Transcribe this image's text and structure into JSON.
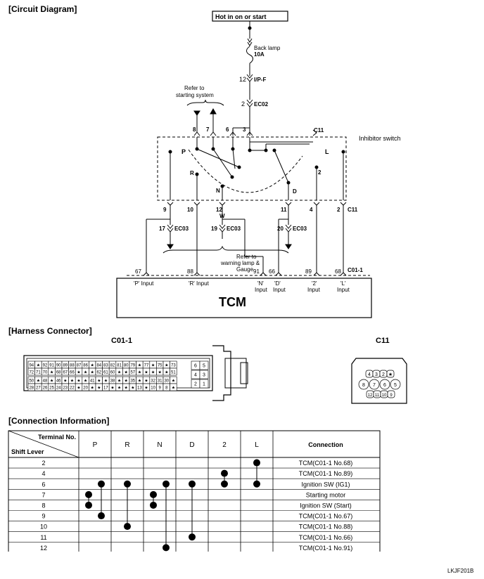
{
  "sections": {
    "circuit_diagram": "[Circuit Diagram]",
    "harness_connector": "[Harness Connector]",
    "connection_information": "[Connection Information]"
  },
  "circuit": {
    "power_label": "Hot in on or start",
    "fuse_name": "Back lamp",
    "fuse_rating": "10A",
    "pin_12": "12",
    "conn_ipf": "I/P-F",
    "pin_2_top": "2",
    "conn_ec02": "EC02",
    "refer_starting_line1": "Refer to",
    "refer_starting_line2": "starting system",
    "switch_label": "Inhibitor switch",
    "c11_label": "C11",
    "top_pins": [
      "8",
      "7",
      "6",
      "3"
    ],
    "positions": [
      "P",
      "R",
      "N",
      "D",
      "2",
      "L"
    ],
    "bottom_pins": [
      "9",
      "10",
      "12",
      "11",
      "4",
      "2"
    ],
    "c11_bottom": "C11",
    "wire_w": "W",
    "ec03_pins": [
      "17",
      "19",
      "20"
    ],
    "ec03": "EC03",
    "refer_warning_line1": "Refer to",
    "refer_warning_line2": "warning lamp &",
    "refer_warning_line3": "Gauge",
    "tcm_pins": [
      "67",
      "88",
      "91",
      "66",
      "89",
      "68"
    ],
    "c01_label": "C01-1",
    "inputs": [
      [
        "'P' Input"
      ],
      [
        "'R' Input"
      ],
      [
        "'N'",
        "Input"
      ],
      [
        "'D'",
        "Input"
      ],
      [
        "'2'",
        "Input"
      ],
      [
        "'L'",
        "Input"
      ]
    ],
    "tcm_label": "TCM"
  },
  "harness": {
    "c01_title": "C01-1",
    "c11_title": "C11",
    "c01_rows": [
      [
        "94",
        "★",
        "92",
        "91",
        "90",
        "89",
        "88",
        "87",
        "86",
        "★",
        "84",
        "83",
        "82",
        "81",
        "80",
        "79",
        "★",
        "77",
        "★",
        "75",
        "★",
        "73"
      ],
      [
        "72",
        "71",
        "70",
        "★",
        "68",
        "67",
        "66",
        "★",
        "★",
        "★",
        "62",
        "61",
        "60",
        "★",
        "★",
        "57",
        "★",
        "★",
        "★",
        "★",
        "★",
        "51"
      ],
      [
        "50",
        "★",
        "48",
        "★",
        "46",
        "★",
        "★",
        "★",
        "★",
        "41",
        "★",
        "★",
        "38",
        "★",
        "★",
        "35",
        "★",
        "★",
        "32",
        "31",
        "30",
        "★"
      ],
      [
        "28",
        "27",
        "26",
        "25",
        "24",
        "23",
        "22",
        "★",
        "20",
        "★",
        "★",
        "17",
        "★",
        "★",
        "★",
        "★",
        "13",
        "★",
        "10",
        "9",
        "8",
        "★"
      ]
    ],
    "c01_side": [
      "6",
      "5",
      "4",
      "3",
      "2",
      "1"
    ],
    "c11_top": [
      "4",
      "3",
      "2",
      "★"
    ],
    "c11_mid": [
      "8",
      "7",
      "6",
      "5"
    ],
    "c11_bot": [
      "12",
      "11",
      "10",
      "9"
    ]
  },
  "table": {
    "header_terminal": "Terminal No.",
    "header_shift": "Shift Lever",
    "columns": [
      "P",
      "R",
      "N",
      "D",
      "2",
      "L"
    ],
    "connection_header": "Connection",
    "rows": [
      {
        "terminal": "2",
        "connection": "TCM(C01-1 No.68)"
      },
      {
        "terminal": "4",
        "connection": "TCM(C01-1 No.89)"
      },
      {
        "terminal": "6",
        "connection": "Ignition SW (IG1)"
      },
      {
        "terminal": "7",
        "connection": "Starting motor"
      },
      {
        "terminal": "8",
        "connection": "Ignition SW (Start)"
      },
      {
        "terminal": "9",
        "connection": "TCM(C01-1 No.67)"
      },
      {
        "terminal": "10",
        "connection": "TCM(C01-1 No.88)"
      },
      {
        "terminal": "11",
        "connection": "TCM(C01-1 No.66)"
      },
      {
        "terminal": "12",
        "connection": "TCM(C01-1 No.91)"
      }
    ],
    "continuity": [
      {
        "column": "P",
        "terminals": [
          "7",
          "8"
        ]
      },
      {
        "column": "P",
        "terminals": [
          "6",
          "9"
        ]
      },
      {
        "column": "R",
        "terminals": [
          "6",
          "10"
        ]
      },
      {
        "column": "N",
        "terminals": [
          "7",
          "8"
        ]
      },
      {
        "column": "N",
        "terminals": [
          "6",
          "12"
        ]
      },
      {
        "column": "D",
        "terminals": [
          "6",
          "11"
        ]
      },
      {
        "column": "2",
        "terminals": [
          "4",
          "6"
        ]
      },
      {
        "column": "L",
        "terminals": [
          "2",
          "6"
        ]
      }
    ]
  },
  "figure_code": "LKJF201B"
}
